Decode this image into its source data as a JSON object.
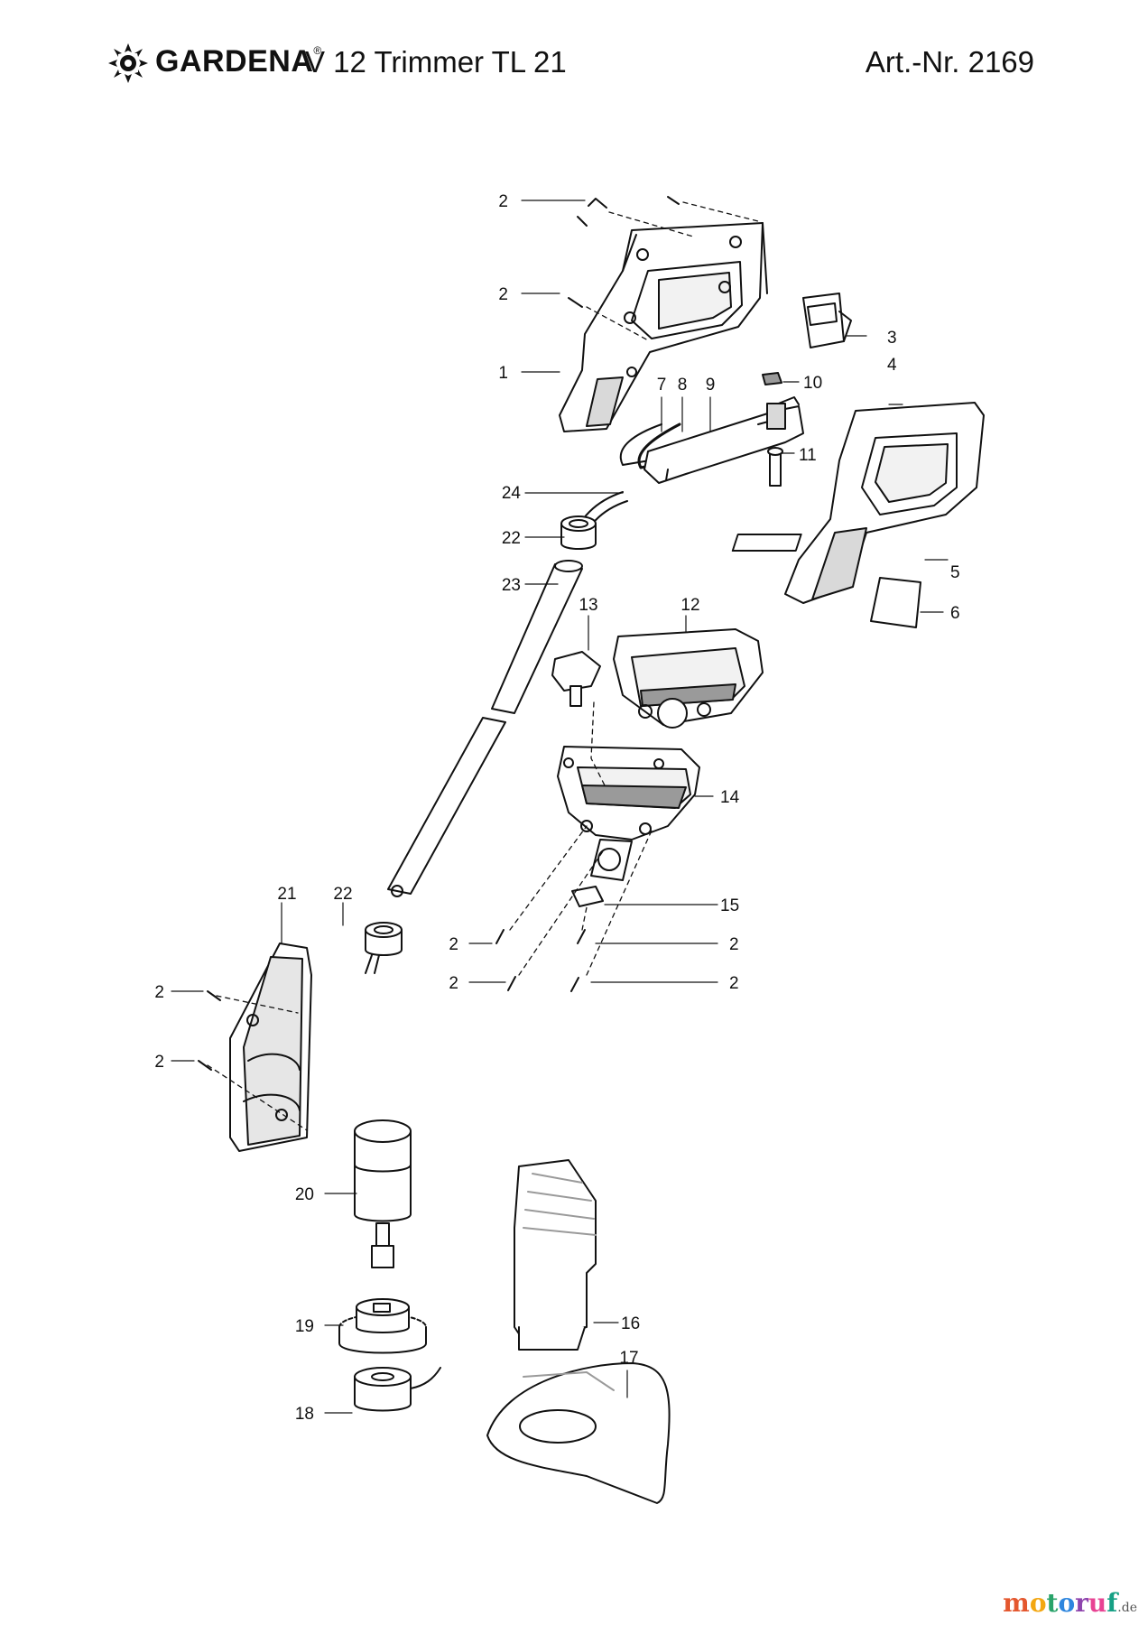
{
  "header": {
    "brand": "GARDENA",
    "brand_symbol": "®",
    "model": "V 12 Trimmer TL 21",
    "article_number": "Art.-Nr. 2169"
  },
  "callouts": [
    {
      "id": "c1",
      "text": "1"
    },
    {
      "id": "c2a",
      "text": "2"
    },
    {
      "id": "c2b",
      "text": "2"
    },
    {
      "id": "c3",
      "text": "3"
    },
    {
      "id": "c4",
      "text": "4"
    },
    {
      "id": "c5",
      "text": "5"
    },
    {
      "id": "c6",
      "text": "6"
    },
    {
      "id": "c7",
      "text": "7"
    },
    {
      "id": "c8",
      "text": "8"
    },
    {
      "id": "c9",
      "text": "9"
    },
    {
      "id": "c10",
      "text": "10"
    },
    {
      "id": "c11",
      "text": "11"
    },
    {
      "id": "c12",
      "text": "12"
    },
    {
      "id": "c13",
      "text": "13"
    },
    {
      "id": "c14",
      "text": "14"
    },
    {
      "id": "c15",
      "text": "15"
    },
    {
      "id": "c16",
      "text": "16"
    },
    {
      "id": "c17",
      "text": "17"
    },
    {
      "id": "c18",
      "text": "18"
    },
    {
      "id": "c19",
      "text": "19"
    },
    {
      "id": "c20",
      "text": "20"
    },
    {
      "id": "c21",
      "text": "21"
    },
    {
      "id": "c22a",
      "text": "22"
    },
    {
      "id": "c22b",
      "text": "22"
    },
    {
      "id": "c23",
      "text": "23"
    },
    {
      "id": "c24",
      "text": "24"
    },
    {
      "id": "c2c",
      "text": "2"
    },
    {
      "id": "c2d",
      "text": "2"
    },
    {
      "id": "c2e",
      "text": "2"
    },
    {
      "id": "c2f",
      "text": "2"
    },
    {
      "id": "c2g",
      "text": "2"
    },
    {
      "id": "c2h",
      "text": "2"
    }
  ],
  "watermark": {
    "name": "motoruf",
    "suffix": ".de",
    "colors": [
      "#e4572e",
      "#f3a712",
      "#29a36a",
      "#2e86de",
      "#8e44ad",
      "#e84393",
      "#16a085"
    ]
  },
  "colors": {
    "line": "#111111",
    "part_fill": "#ffffff",
    "shade": "#d9d9d9",
    "dark_shade": "#9a9a9a"
  }
}
